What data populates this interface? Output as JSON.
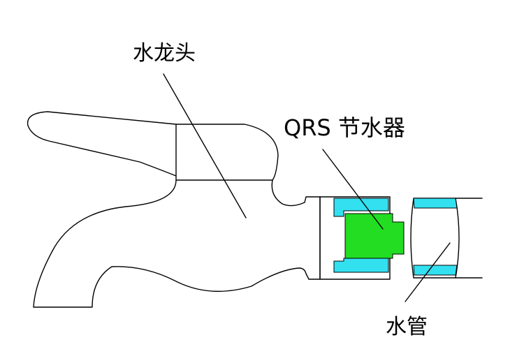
{
  "labels": {
    "faucet": "水龙头",
    "saver": "QRS 节水器",
    "pipe": "水管"
  },
  "colors": {
    "outline": "#000000",
    "fitting": "#33e0f0",
    "saver_body": "#22dd22",
    "background": "#ffffff"
  }
}
